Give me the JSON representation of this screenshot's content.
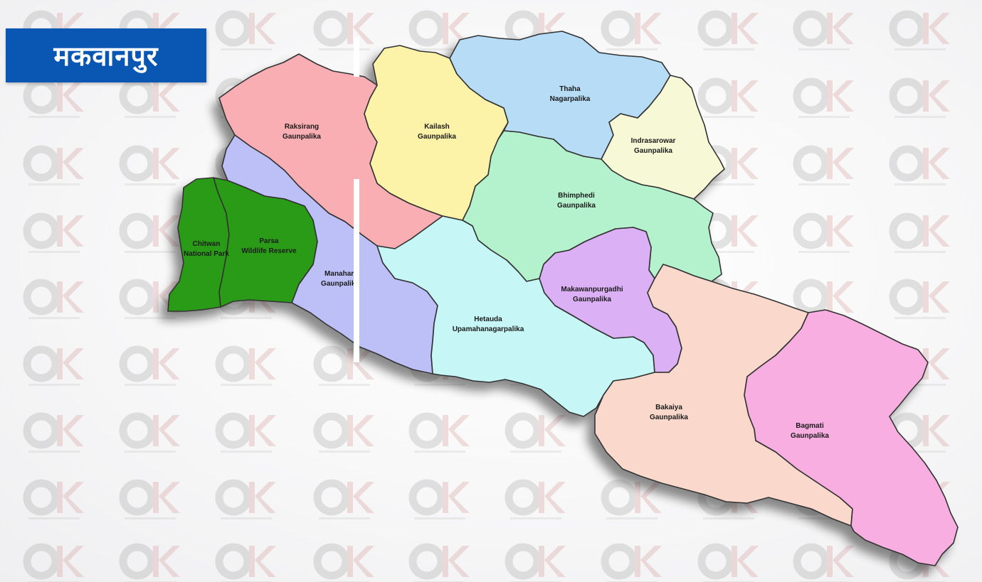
{
  "title": "मकवानपुर",
  "watermark": {
    "icon": "ok-logo-watermark-icon"
  },
  "colors": {
    "title_banner": "#0a56b3",
    "raksirang": "#f9aeb4",
    "kailash": "#fcf3a8",
    "thaha": "#b6dcf6",
    "indrasarowar": "#f7f8d6",
    "bhimphedi": "#b3f2cd",
    "manahari": "#bcc0f6",
    "hetauda": "#c6f6f6",
    "makawanpurgadhi": "#dcb0f4",
    "bakaiya": "#fad8cc",
    "bagmati": "#f8aee0",
    "protected_area": "#2c9b12"
  },
  "regions": {
    "raksirang": [
      "Raksirang",
      "Gaunpalika"
    ],
    "kailash": [
      "Kailash",
      "Gaunpalika"
    ],
    "thaha": [
      "Thaha",
      "Nagarpalika"
    ],
    "indrasarowar": [
      "Indrasarowar",
      "Gaunpalika"
    ],
    "bhimphedi": [
      "Bhimphedi",
      "Gaunpalika"
    ],
    "manahari": [
      "Manahari",
      "Gaunpalika"
    ],
    "hetauda": [
      "Hetauda",
      "Upamahanagarpalika"
    ],
    "makawanpurgadhi": [
      "Makawanpurgadhi",
      "Gaunpalika"
    ],
    "bakaiya": [
      "Bakaiya",
      "Gaunpalika"
    ],
    "bagmati": [
      "Bagmati",
      "Gaunpalika"
    ],
    "chitwan": [
      "Chitwan",
      "National Park"
    ],
    "parsa": [
      "Parsa",
      "Wildlife Reserve"
    ]
  }
}
